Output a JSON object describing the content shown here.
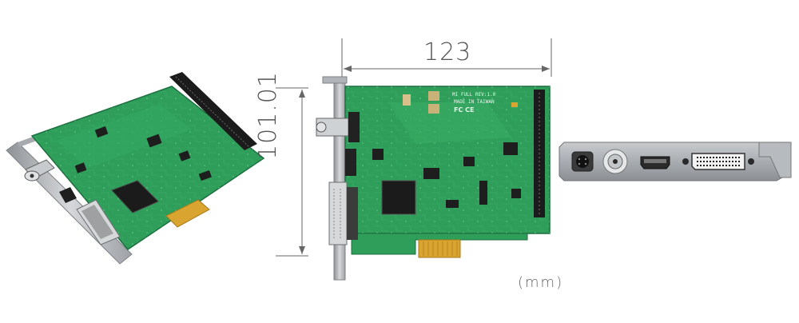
{
  "dimensions": {
    "width_label": "123",
    "height_label": "101.01",
    "unit_label": "(mm)"
  },
  "board": {
    "silkscreen_model": "MI FULL REV:1.0",
    "silkscreen_origin": "MADE IN TAIWAN",
    "cert_marks": "FC CE"
  },
  "colors": {
    "pcb_green": "#2e9e5a",
    "pcb_dark": "#1f7a45",
    "gold_contact": "#d9a530",
    "bracket_metal": "#b9bcc0",
    "chip_black": "#1b1b1b",
    "dimension_line": "#666666"
  }
}
